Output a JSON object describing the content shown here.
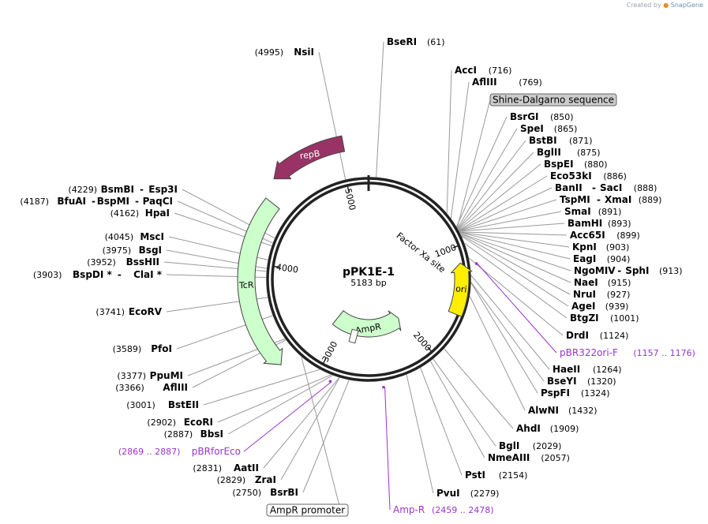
{
  "credit": {
    "prefix": "Created by",
    "brand": "SnapGene"
  },
  "plasmid": {
    "name": "pPK1E-1",
    "length": "5183 bp",
    "total": 5183
  },
  "ticks": [
    {
      "label": "1000",
      "pos": 1000
    },
    {
      "label": "2000",
      "pos": 2000
    },
    {
      "label": "3000",
      "pos": 3000
    },
    {
      "label": "4000",
      "pos": 4000
    },
    {
      "label": "5000",
      "pos": 5000
    }
  ],
  "colors": {
    "repB": "#993366",
    "ori": "#ffee00",
    "resistance": "#ccffcc",
    "primer": "#9933cc",
    "tag": "#cccccc"
  },
  "features": [
    {
      "name": "repB",
      "start": 5030,
      "end": 4560,
      "radius": 175,
      "width": 20,
      "color": "#993366",
      "label_color": "#ffffff",
      "label_pos": 4820
    },
    {
      "name": "ori",
      "start": 1610,
      "end": 1150,
      "radius": 118,
      "width": 18,
      "color": "#ffee00",
      "label_color": "#000000",
      "label_pos": 1380
    },
    {
      "name": "TcR",
      "start": 4440,
      "end": 3250,
      "radius": 155,
      "width": 22,
      "color": "#ccffcc",
      "label_color": "#000000",
      "label_pos": 3850
    },
    {
      "name": "AmpR",
      "start": 3150,
      "end": 2050,
      "radius": 62,
      "width": 22,
      "color": "#ccffcc",
      "label_color": "#000000",
      "label_pos": 2600
    }
  ],
  "factor_xa": {
    "label": "Factor Xa site",
    "pos": 940
  },
  "left_enzymes": [
    {
      "name": "NsiI",
      "pos": "(4995)"
    },
    {
      "name": "BsmBI",
      "name2": "Esp3I",
      "pos": "(4229)"
    },
    {
      "name": "BfuAI",
      "name2": "BspMI",
      "name3": "PaqCI",
      "pos": "(4187)"
    },
    {
      "name": "HpaI",
      "pos": "(4162)"
    },
    {
      "name": "MscI",
      "pos": "(4045)"
    },
    {
      "name": "BsgI",
      "pos": "(3975)"
    },
    {
      "name": "BssHII",
      "pos": "(3952)"
    },
    {
      "name": "BspDI *",
      "name2": "ClaI *",
      "pos": "(3903)"
    },
    {
      "name": "EcoRV",
      "pos": "(3741)"
    },
    {
      "name": "PfoI",
      "pos": "(3589)"
    },
    {
      "name": "PpuMI",
      "pos": "(3377)"
    },
    {
      "name": "AflIII",
      "pos": "(3366)"
    },
    {
      "name": "BstEII",
      "pos": "(3001)"
    },
    {
      "name": "EcoRI",
      "pos": "(2902)"
    },
    {
      "name": "BbsI",
      "pos": "(2887)"
    },
    {
      "name": "AatII",
      "pos": "(2831)"
    },
    {
      "name": "ZraI",
      "pos": "(2829)"
    },
    {
      "name": "BsrBI",
      "pos": "(2750)"
    }
  ],
  "right_enzymes": [
    {
      "name": "BseRI",
      "pos": "(61)"
    },
    {
      "name": "AccI",
      "pos": "(716)"
    },
    {
      "name": "AflIII",
      "pos": "(769)"
    },
    {
      "name": "BsrGI",
      "pos": "(850)"
    },
    {
      "name": "SpeI",
      "pos": "(865)"
    },
    {
      "name": "BstBI",
      "pos": "(871)"
    },
    {
      "name": "BglII",
      "pos": "(875)"
    },
    {
      "name": "BspEI",
      "pos": "(880)"
    },
    {
      "name": "Eco53kI",
      "pos": "(886)"
    },
    {
      "name": "BanII",
      "name2": "SacI",
      "pos": "(888)"
    },
    {
      "name": "TspMI",
      "name2": "XmaI",
      "pos": "(889)"
    },
    {
      "name": "SmaI",
      "pos": "(891)"
    },
    {
      "name": "BamHI",
      "pos": "(893)"
    },
    {
      "name": "Acc65I",
      "pos": "(899)"
    },
    {
      "name": "KpnI",
      "pos": "(903)"
    },
    {
      "name": "EagI",
      "pos": "(904)"
    },
    {
      "name": "NgoMIV",
      "name2": "SphI",
      "pos": "(913)"
    },
    {
      "name": "NaeI",
      "pos": "(915)"
    },
    {
      "name": "NruI",
      "pos": "(927)"
    },
    {
      "name": "AgeI",
      "pos": "(939)"
    },
    {
      "name": "BtgZI",
      "pos": "(1001)"
    },
    {
      "name": "DrdI",
      "pos": "(1124)"
    },
    {
      "name": "HaeII",
      "pos": "(1264)"
    },
    {
      "name": "BseYI",
      "pos": "(1320)"
    },
    {
      "name": "PspFI",
      "pos": "(1324)"
    },
    {
      "name": "AlwNI",
      "pos": "(1432)"
    },
    {
      "name": "AhdI",
      "pos": "(1909)"
    },
    {
      "name": "BglI",
      "pos": "(2029)"
    },
    {
      "name": "NmeAIII",
      "pos": "(2057)"
    },
    {
      "name": "PstI",
      "pos": "(2154)"
    },
    {
      "name": "PvuI",
      "pos": "(2279)"
    }
  ],
  "primers": [
    {
      "name": "pBR322ori-F",
      "range": "(1157 .. 1176)"
    },
    {
      "name": "pBRforEco",
      "range": "(2869 .. 2887)"
    },
    {
      "name": "Amp-R",
      "range": "(2459 .. 2478)"
    }
  ],
  "tags": [
    {
      "text": "Shine-Dalgarno sequence"
    },
    {
      "text": "AmpR promoter"
    }
  ]
}
